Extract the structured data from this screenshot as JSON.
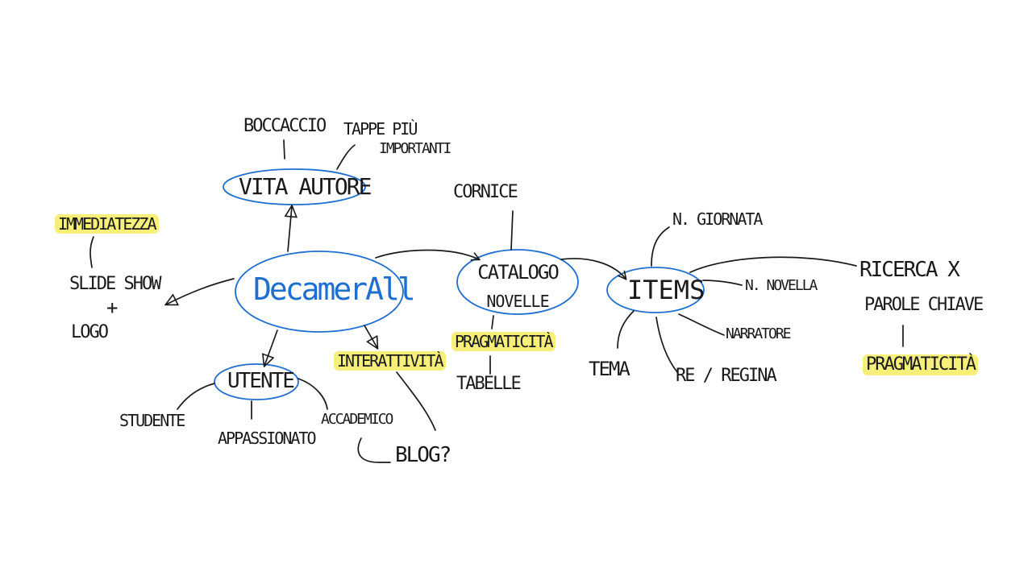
{
  "colors": {
    "ink": "#1a1a1a",
    "node_outline": "#1f6fd0",
    "highlight": "#f6ef7a",
    "background": "#ffffff"
  },
  "nodes": {
    "center": "DecamerAll",
    "vita_autore": "VITA AUTORE",
    "boccaccio": "BOCCACCIO",
    "tappe_1": "TAPPE PIÙ",
    "tappe_2": "IMPORTANTI",
    "immediatezza": "IMMEDIATEZZA",
    "slideshow_1": "SLIDE SHOW",
    "slideshow_plus": "+",
    "slideshow_2": "LOGO",
    "utente": "UTENTE",
    "studente": "STUDENTE",
    "appassionato": "APPASSIONATO",
    "accademico": "ACCADEMICO",
    "interattivita": "INTERATTIVITÀ",
    "blog": "BLOG?",
    "cornice": "CORNICE",
    "catalogo_1": "CATALOGO",
    "catalogo_2": "NOVELLE",
    "pragmaticita_1": "PRAGMATICITÀ",
    "tabelle": "TABELLE",
    "items": "ITEMS",
    "n_giornata": "N. GIORNATA",
    "n_novella": "N. NOVELLA",
    "narratore": "NARRATORE",
    "re_regina": "RE / REGINA",
    "tema": "TEMA",
    "ricerca_1": "RICERCA X",
    "ricerca_2": "PAROLE CHIAVE",
    "pragmaticita_2": "PRAGMATICITÀ"
  }
}
